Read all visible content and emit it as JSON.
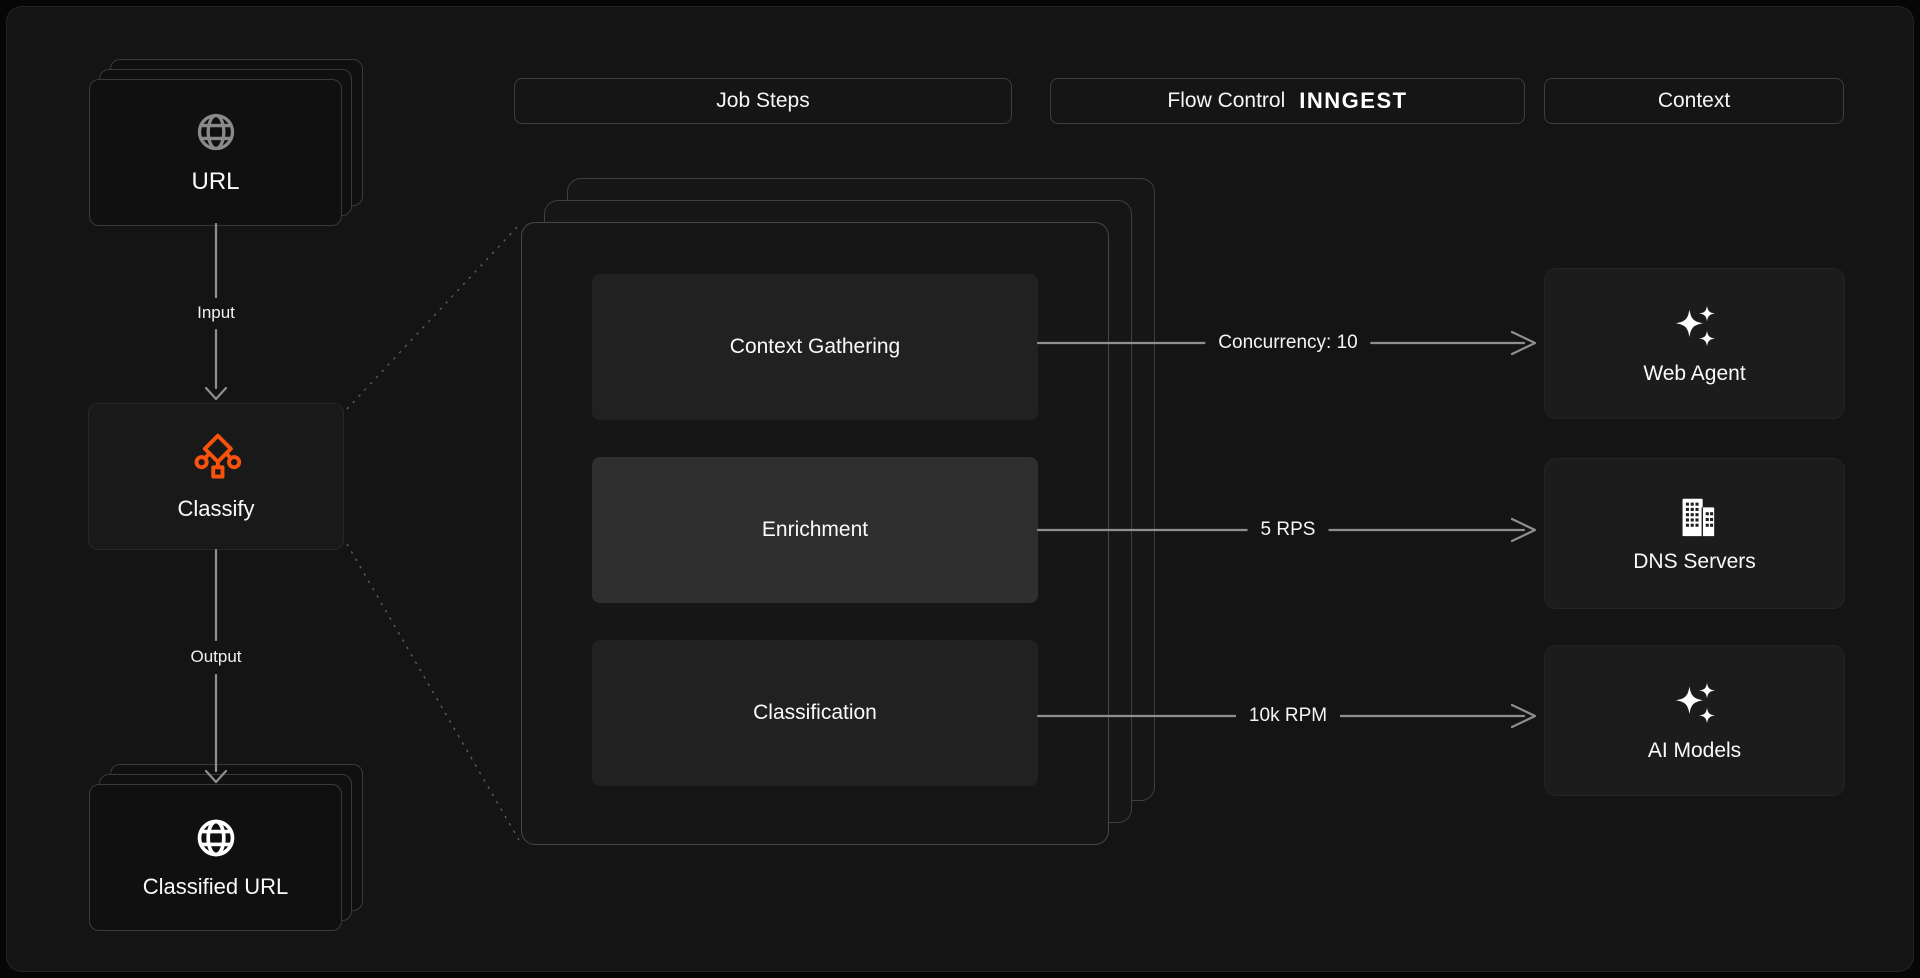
{
  "colors": {
    "accent_orange": "#F8520D",
    "arrow_gray": "#8F8F8F",
    "panel_background": "#141414",
    "text": "#F2F2F2"
  },
  "headers": {
    "job_steps": "Job Steps",
    "flow_control": "Flow Control",
    "flow_control_brand": "INNGEST",
    "context": "Context"
  },
  "pipeline": {
    "input_card": {
      "label": "URL",
      "icon": "globe-icon"
    },
    "input_arrow_label": "Input",
    "process_card": {
      "label": "Classify",
      "icon": "branch-icon"
    },
    "output_arrow_label": "Output",
    "output_card": {
      "label": "Classified URL",
      "icon": "globe-icon"
    }
  },
  "job_steps": [
    {
      "label": "Context Gathering",
      "highlighted": false
    },
    {
      "label": "Enrichment",
      "highlighted": true
    },
    {
      "label": "Classification",
      "highlighted": false
    }
  ],
  "flow_controls": [
    {
      "label": "Concurrency: 10"
    },
    {
      "label": "5 RPS"
    },
    {
      "label": "10k RPM"
    }
  ],
  "context_services": [
    {
      "label": "Web Agent",
      "icon": "sparkles-icon"
    },
    {
      "label": "DNS Servers",
      "icon": "building-icon"
    },
    {
      "label": "AI Models",
      "icon": "sparkles-icon"
    }
  ]
}
